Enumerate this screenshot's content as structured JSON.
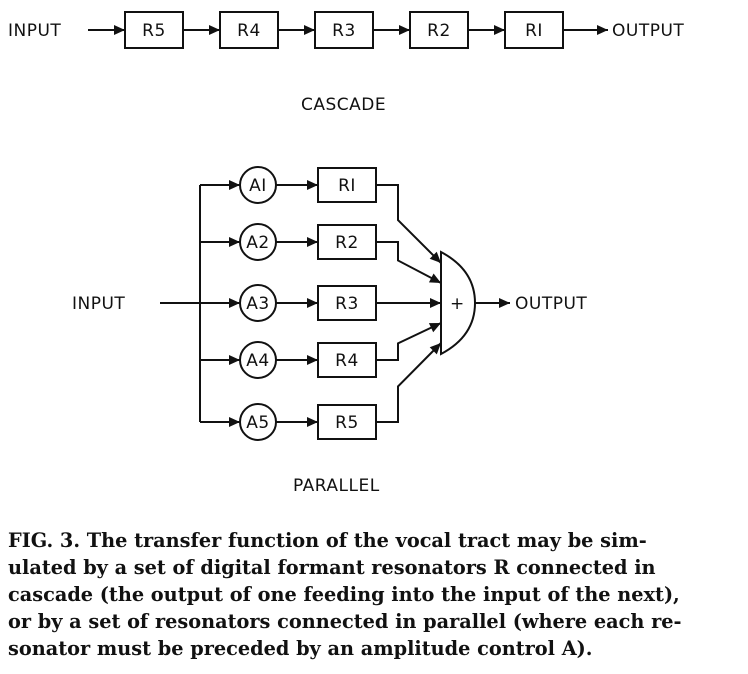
{
  "cascade": {
    "input_label": "INPUT",
    "output_label": "OUTPUT",
    "title": "CASCADE",
    "resonators": [
      "R5",
      "R4",
      "R3",
      "R2",
      "RI"
    ]
  },
  "parallel": {
    "input_label": "INPUT",
    "output_label": "OUTPUT",
    "title": "PARALLEL",
    "sum_symbol": "+",
    "branches": [
      {
        "amp": "AI",
        "res": "RI"
      },
      {
        "amp": "A2",
        "res": "R2"
      },
      {
        "amp": "A3",
        "res": "R3"
      },
      {
        "amp": "A4",
        "res": "R4"
      },
      {
        "amp": "A5",
        "res": "R5"
      }
    ]
  },
  "caption": {
    "lines": [
      "FIG. 3.  The transfer function of the vocal tract may be sim-",
      "ulated by a set of digital formant resonators R connected in",
      "cascade (the output of one feeding into the input of the next),",
      "or by a set of resonators connected in parallel (where each re-",
      "sonator must be preceded by an amplitude control A)."
    ]
  }
}
